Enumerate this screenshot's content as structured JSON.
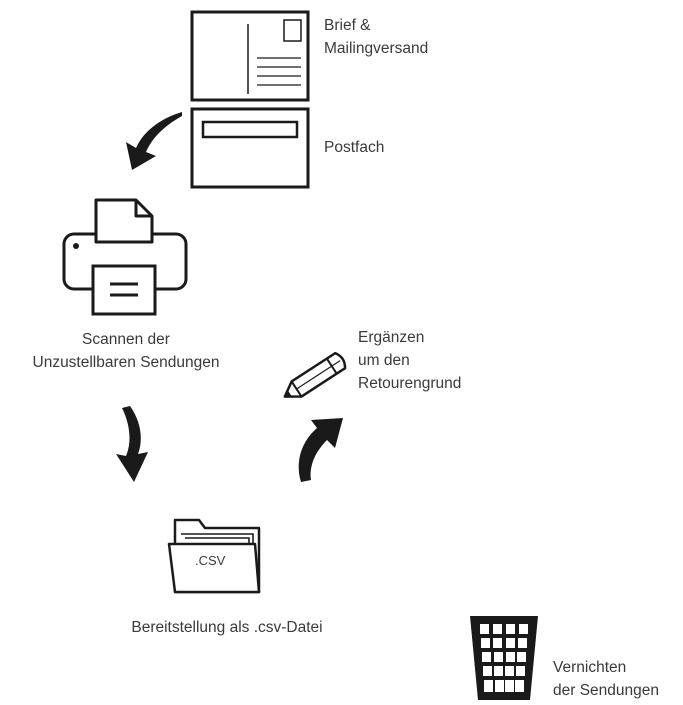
{
  "labels": {
    "brief": "Brief &\nMailingversand",
    "postfach": "Postfach",
    "scannen": "Scannen der\nUnzustellbaren Sendungen",
    "ergaenzen": "Ergänzen\num den\nRetourengrund",
    "bereitstellung": "Bereitstellung als .csv-Datei",
    "vernichten": "Vernichten\nder Sendungen"
  },
  "folder_text": ".CSV",
  "icons": {
    "postcard": "postcard-icon",
    "envelope": "envelope-icon",
    "printer": "printer-scanner-icon",
    "pencil": "pencil-icon",
    "folder": "folder-icon",
    "trash": "trash-bin-icon",
    "arrows": "curved-arrow-icon"
  },
  "colors": {
    "line": "#1a1a1a",
    "text": "#3a3a3a",
    "fill": "#ffffff"
  }
}
